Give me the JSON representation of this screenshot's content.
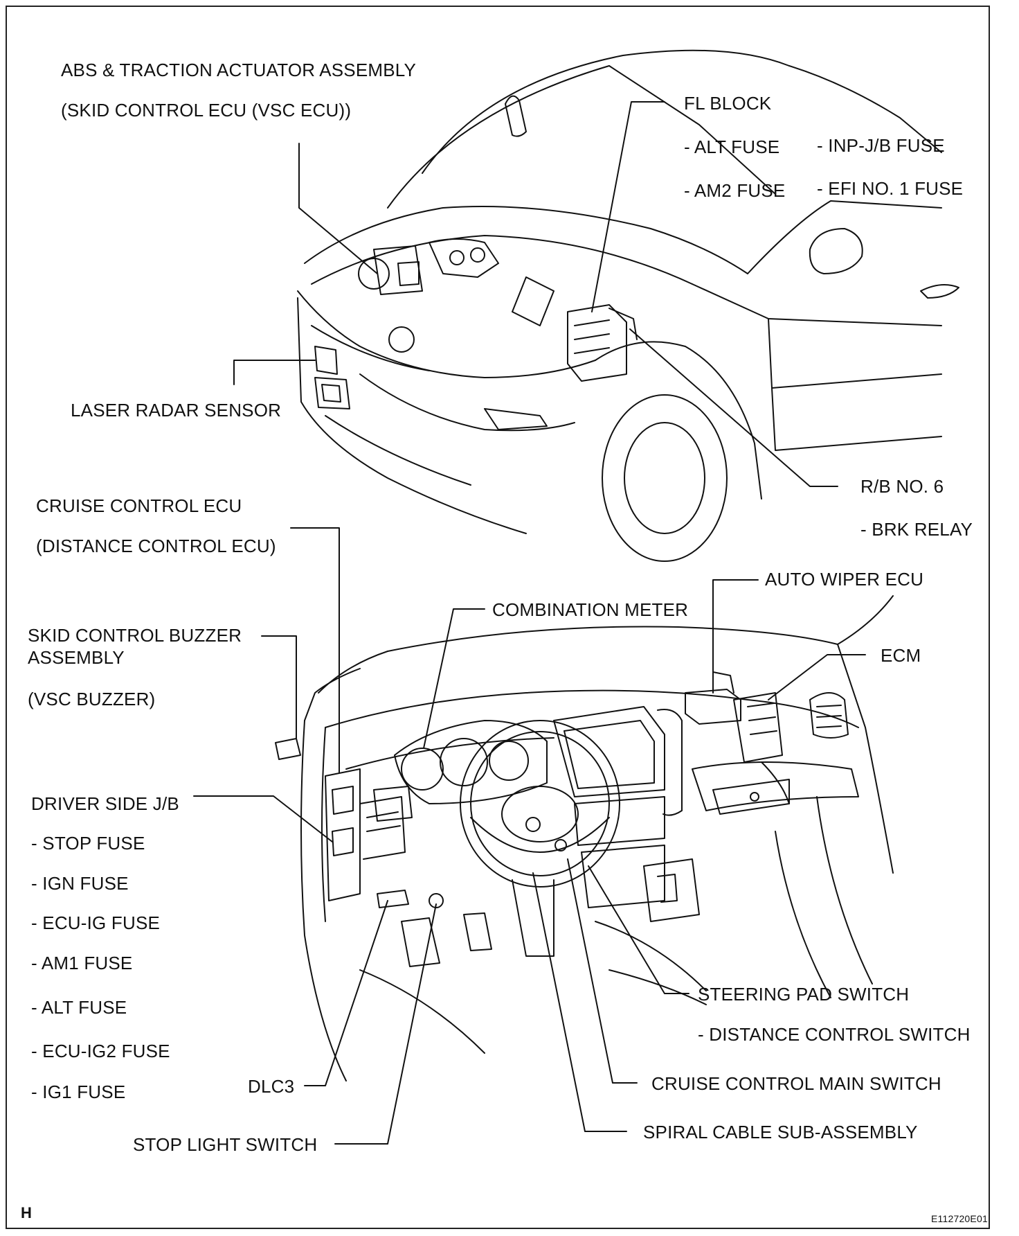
{
  "labels": {
    "abs_actuator": "ABS & TRACTION ACTUATOR ASSEMBLY",
    "skid_control_ecu": "(SKID CONTROL ECU (VSC ECU))",
    "fl_block": "FL BLOCK",
    "fl_alt_fuse": "- ALT FUSE",
    "fl_am2_fuse": "- AM2 FUSE",
    "fl_inp_jb_fuse": "- INP-J/B FUSE",
    "fl_efi_fuse": "- EFI NO. 1 FUSE",
    "laser_radar_sensor": "LASER RADAR SENSOR",
    "rb_no6": "R/B NO. 6",
    "brk_relay": "- BRK RELAY",
    "cruise_control_ecu": "CRUISE CONTROL ECU",
    "distance_control_ecu": "(DISTANCE CONTROL ECU)",
    "auto_wiper_ecu": "AUTO WIPER ECU",
    "combination_meter": "COMBINATION METER",
    "skid_buzzer_line1": "SKID CONTROL BUZZER",
    "skid_buzzer_line2": "ASSEMBLY",
    "vsc_buzzer": "(VSC BUZZER)",
    "ecm": "ECM",
    "driver_side_jb": "DRIVER SIDE J/B",
    "jb_fuses": [
      "- STOP FUSE",
      "- IGN FUSE",
      "- ECU-IG FUSE",
      "- AM1 FUSE",
      "- ALT FUSE",
      "- ECU-IG2 FUSE",
      "- IG1 FUSE"
    ],
    "steering_pad_switch": "STEERING PAD SWITCH",
    "distance_control_switch": "- DISTANCE CONTROL SWITCH",
    "cruise_main_switch": "CRUISE CONTROL MAIN SWITCH",
    "dlc3": "DLC3",
    "spiral_cable": "SPIRAL CABLE SUB-ASSEMBLY",
    "stop_light_switch": "STOP LIGHT SWITCH"
  },
  "corner_mark": "H",
  "figure_id": "E112720E01"
}
